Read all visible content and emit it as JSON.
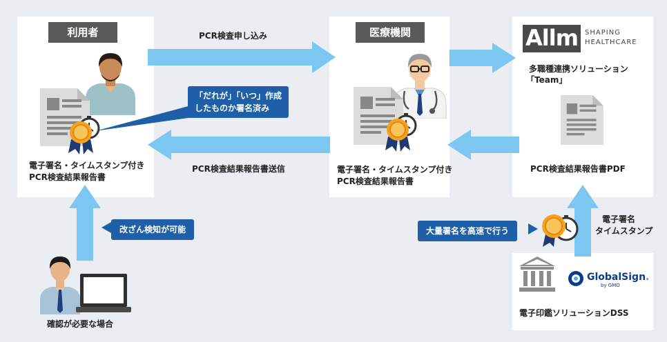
{
  "user": {
    "tag": "利用者",
    "doc_line1": "電子署名・タイムスタンプ付き",
    "doc_line2": "PCR検査結果報告書"
  },
  "hospital": {
    "tag": "医療機関",
    "doc_line1": "電子署名・タイムスタンプ付き",
    "doc_line2": "PCR検査結果報告書"
  },
  "allm": {
    "logo_text": "Allm",
    "tagline_1": "SHAPING",
    "tagline_2": "HEALTHCARE",
    "name_line1": "多職種連携ソリューション",
    "name_line2": "「Team」",
    "pdf_label": "PCR検査結果報告書PDF"
  },
  "flows": {
    "apply": "PCR検査申し込み",
    "send": "PCR検査結果報告書送信",
    "sign_line1": "電子署名",
    "sign_line2": "タイムスタンプ"
  },
  "callouts": {
    "who_when_1": "「だれが」「いつ」作成",
    "who_when_2": "したものか署名済み",
    "tamper": "改ざん検知が可能",
    "bulk": "大量署名を高速で行う"
  },
  "verifier": {
    "label": "確認が必要な場合"
  },
  "dss": {
    "brand_main": "GlobalSign",
    "brand_dot": ".",
    "brand_by": "by GMO",
    "label": "電子印鑑ソリューションDSS"
  },
  "colors": {
    "arrow": "#7cc6f2",
    "callout": "#1e5fa8",
    "tag": "#595959",
    "panel": "#ffffff",
    "background": "#eaeef2"
  }
}
